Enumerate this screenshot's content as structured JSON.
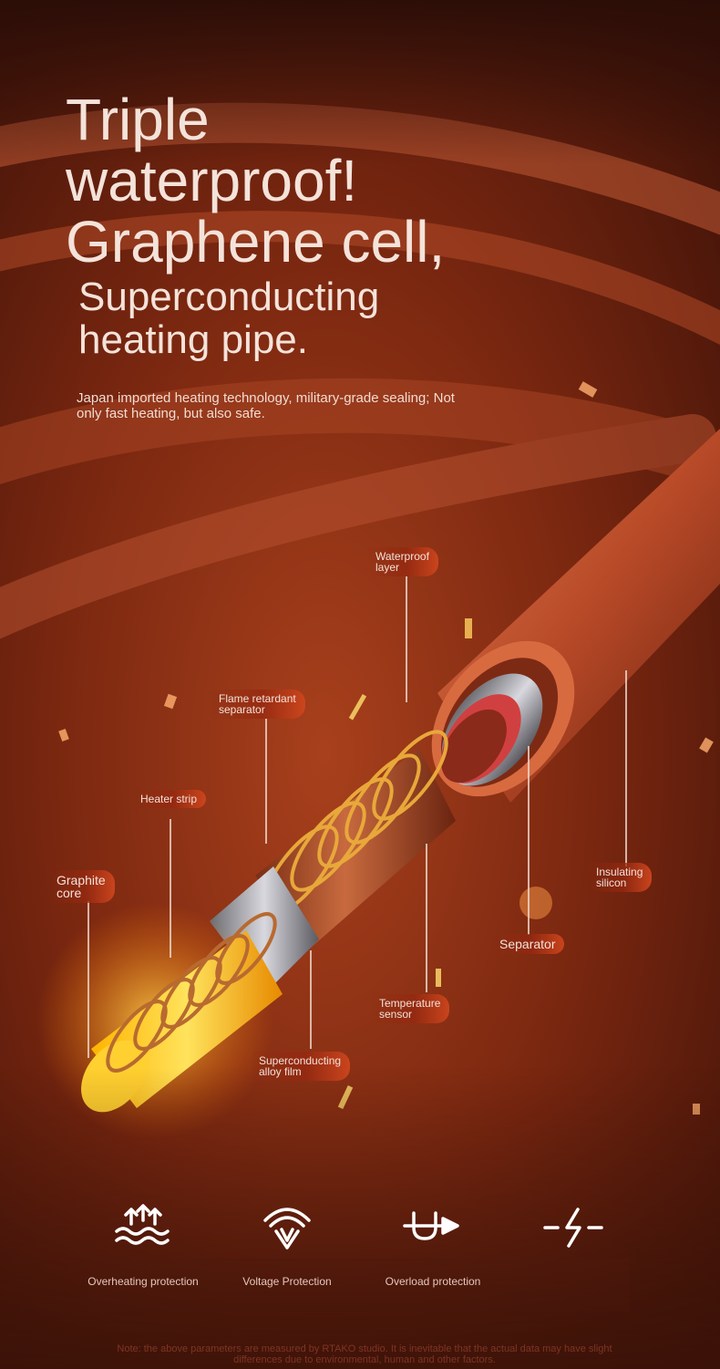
{
  "headline": {
    "lines": [
      "Triple",
      "waterproof!",
      "Graphene cell,"
    ],
    "sublines": [
      "Superconducting",
      "heating pipe."
    ],
    "description": "Japan imported heating technology, military-grade sealing; Not only fast heating, but also safe."
  },
  "diagram": {
    "labels": {
      "waterproof": [
        "Waterproof",
        "layer"
      ],
      "flame": [
        "Flame retardant",
        "separator"
      ],
      "heater": [
        "Heater strip"
      ],
      "graphite": [
        "Graphite",
        "core"
      ],
      "insulating": [
        "Insulating",
        "silicon"
      ],
      "separator": [
        "Separator"
      ],
      "temperature": [
        "Temperature",
        "sensor"
      ],
      "alloy": [
        "Superconducting",
        "alloy film"
      ]
    }
  },
  "features": [
    {
      "icon": "overheating-waves-icon",
      "label": "Overheating protection"
    },
    {
      "icon": "voltage-shield-icon",
      "label": "Voltage Protection"
    },
    {
      "icon": "overload-arrow-icon",
      "label": "Overload protection"
    },
    {
      "icon": "lightning-bolt-icon",
      "label": ""
    }
  ],
  "footnote": "Note: the above parameters are measured by RTAKO studio. It is inevitable that the actual data may have slight differences due to environmental, human and other factors."
}
